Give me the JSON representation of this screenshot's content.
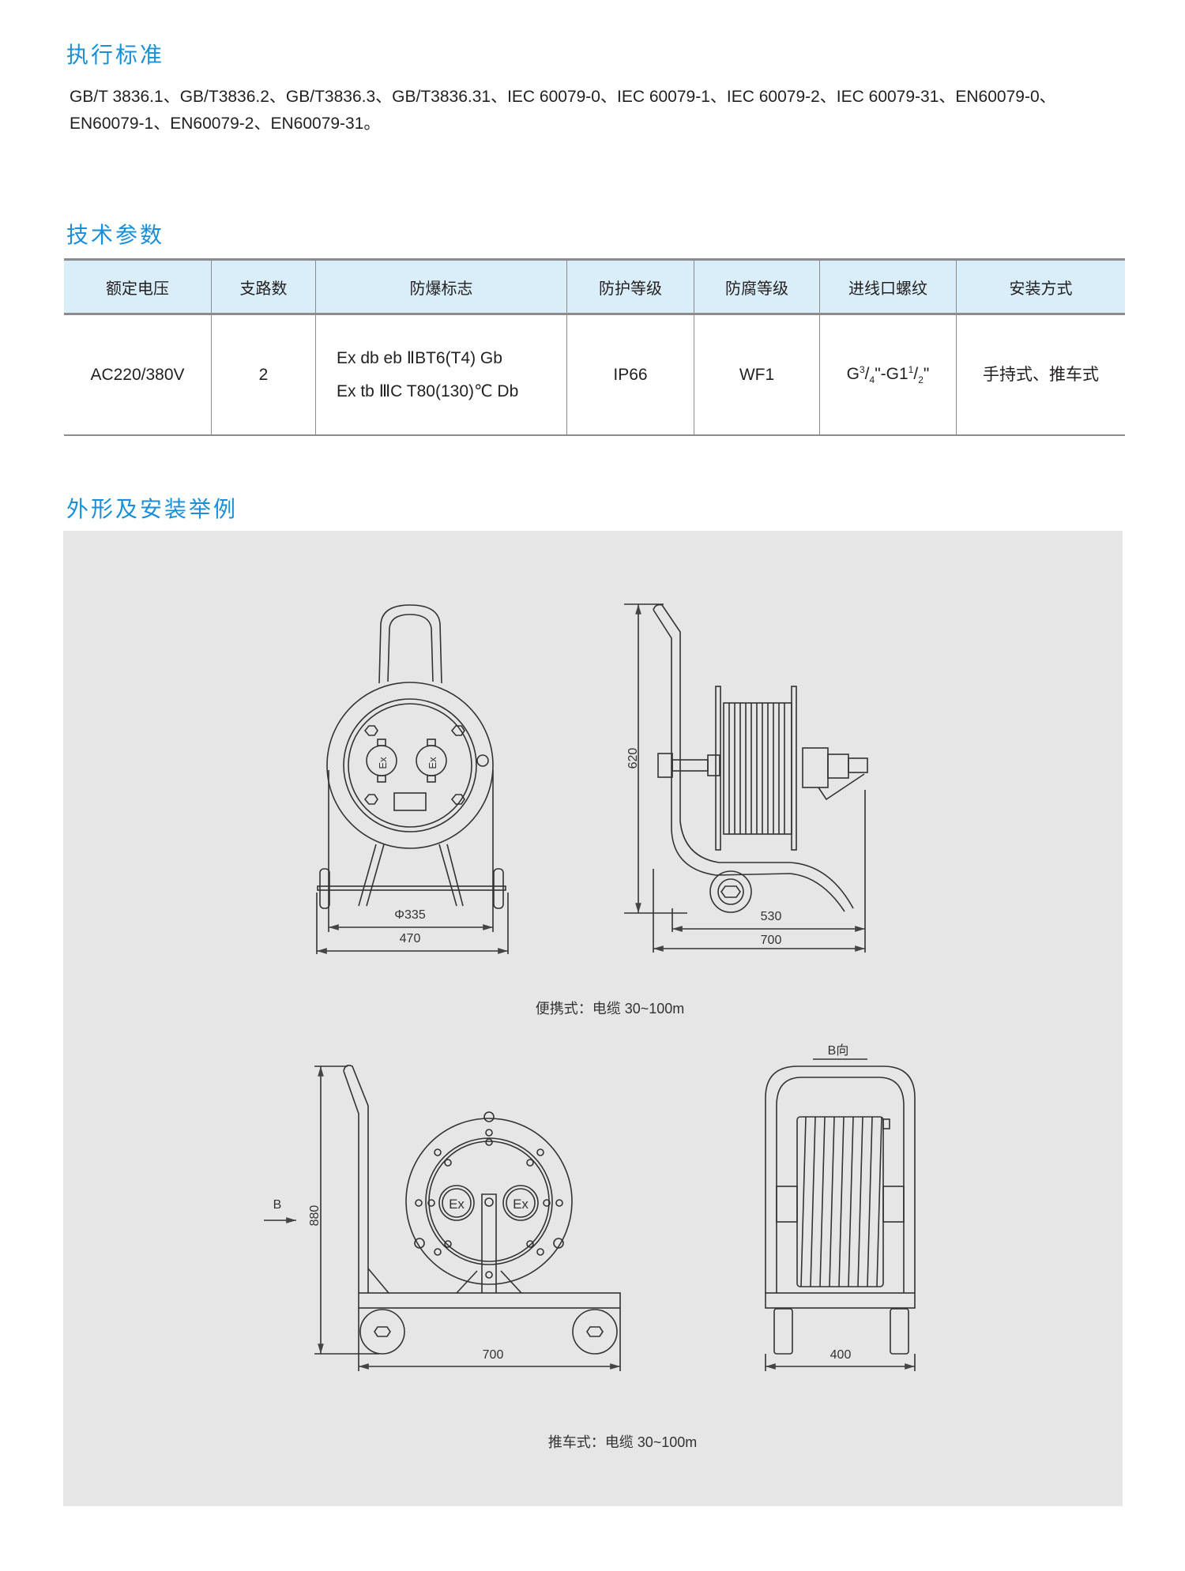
{
  "sections": {
    "standards_title": "执行标准",
    "standards_text": "GB/T 3836.1、GB/T3836.2、GB/T3836.3、GB/T3836.31、IEC 60079-0、IEC 60079-1、IEC 60079-2、IEC 60079-31、EN60079-0、EN60079-1、EN60079-2、EN60079-31。",
    "params_title": "技术参数",
    "outline_title": "外形及安装举例"
  },
  "table": {
    "headers": [
      "额定电压",
      "支路数",
      "防爆标志",
      "防护等级",
      "防腐等级",
      "进线口螺纹",
      "安装方式"
    ],
    "row": {
      "voltage": "AC220/380V",
      "branches": "2",
      "ex_mark_1": "Ex db eb  ⅡBT6(T4) Gb",
      "ex_mark_2": "Ex tb ⅢC T80(130)℃ Db",
      "ip": "IP66",
      "anticorrosion": "WF1",
      "thread": {
        "g": "G",
        "n1": "3",
        "d1": "4",
        "mid": "\"-G1",
        "n2": "1",
        "d2": "2",
        "end": "\""
      },
      "install": "手持式、推车式"
    }
  },
  "drawings": {
    "portable": {
      "dim_diameter": "Φ335",
      "dim_width": "470",
      "dim_height": "620",
      "dim_530": "530",
      "dim_700": "700",
      "socket_label": "Ex",
      "caption": "便携式：电缆  30~100m"
    },
    "cart": {
      "dim_height": "880",
      "dim_length": "700",
      "dim_width": "400",
      "view_arrow": "B",
      "view_label": "B向",
      "socket_label": "Ex",
      "caption": "推车式：电缆  30~100m"
    }
  }
}
